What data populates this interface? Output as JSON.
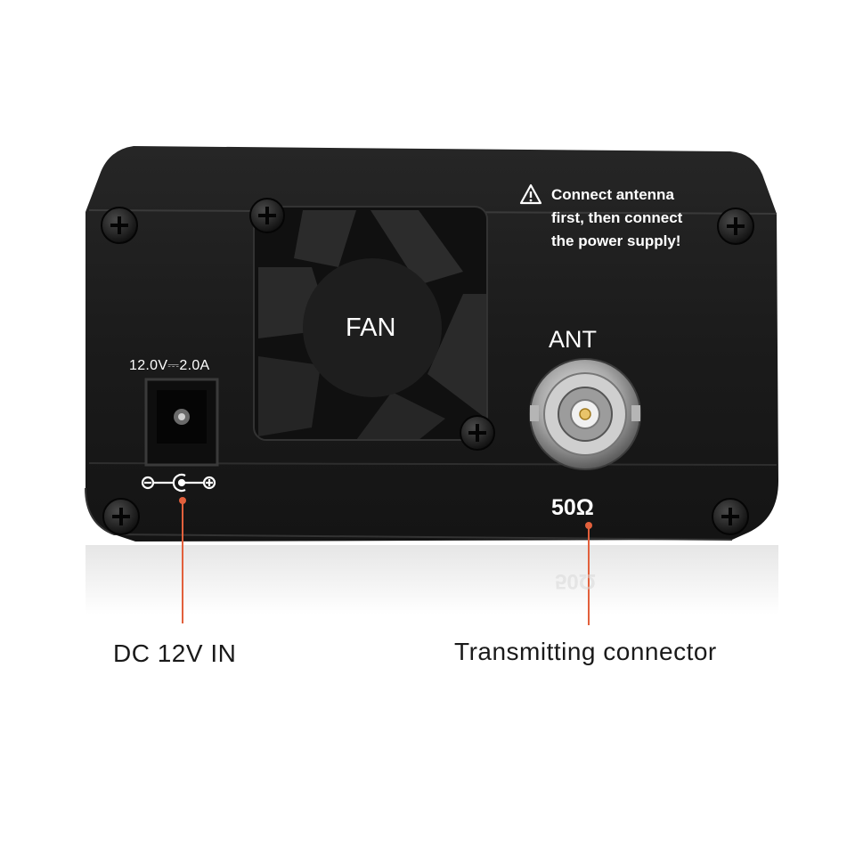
{
  "device": {
    "warning_lines": [
      "Connect antenna",
      "first, then connect",
      "the power supply!"
    ],
    "fan_label": "FAN",
    "antenna_label": "ANT",
    "dc_rating": "12.0V⎓2.0A",
    "impedance_label": "50Ω"
  },
  "callouts": {
    "dc_in": "DC 12V IN",
    "transmitting": "Transmitting connector"
  },
  "colors": {
    "panel": "#1b1b1b",
    "callout_line": "#e2603c",
    "background": "#ffffff"
  }
}
